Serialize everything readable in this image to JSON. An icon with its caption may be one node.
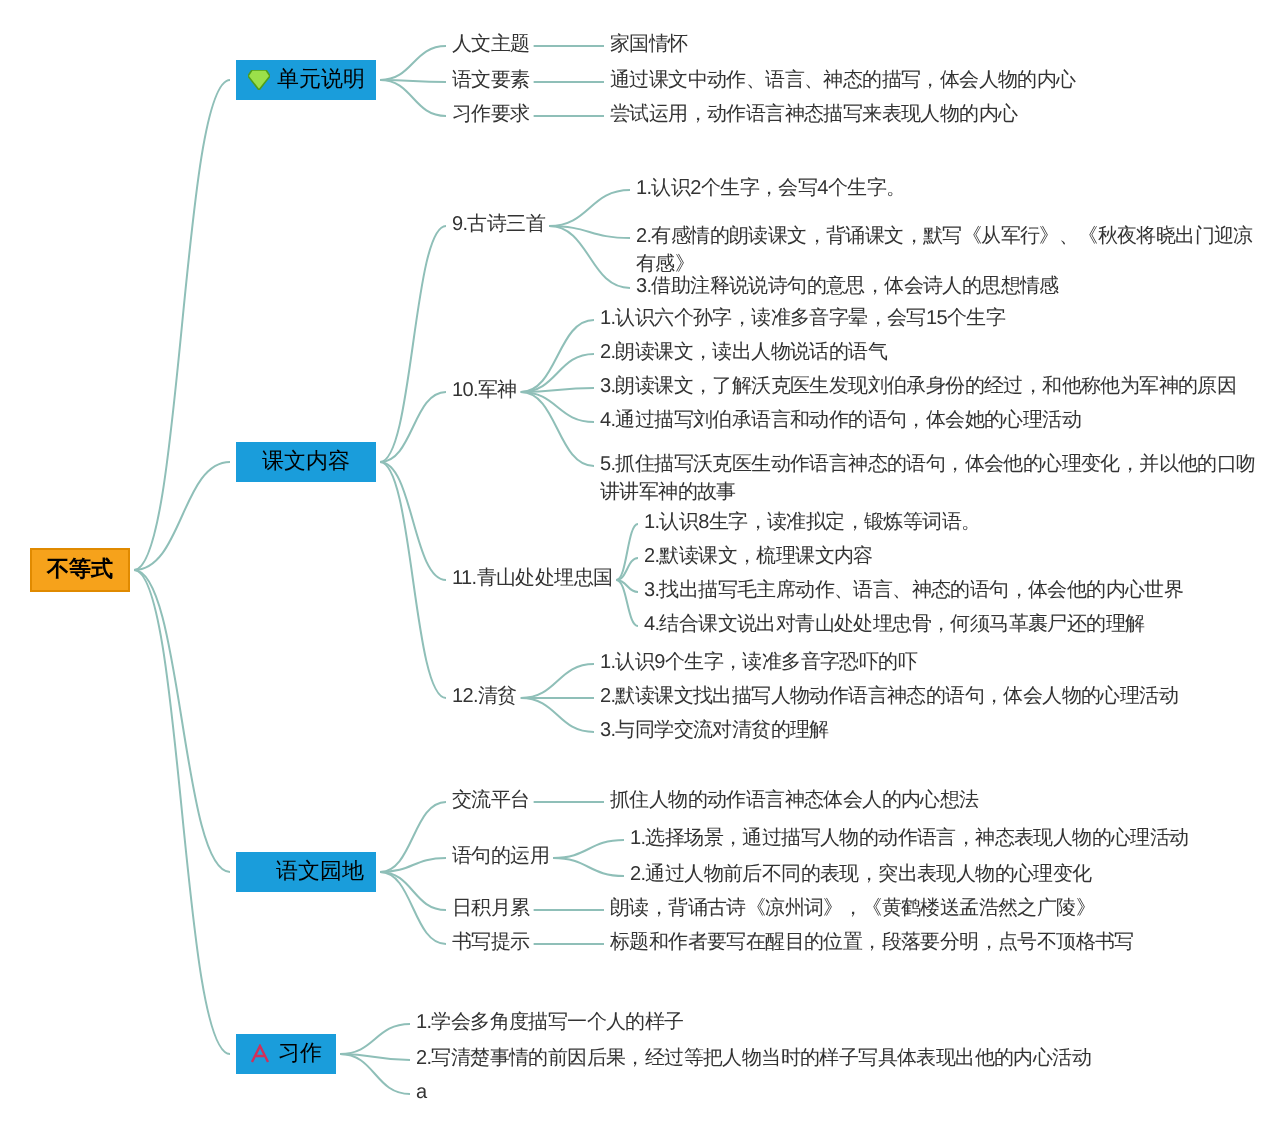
{
  "diagram": {
    "nodes": [
      {
        "text": [
          "不等式"
        ]
      },
      {
        "text": [
          "单元说明"
        ]
      },
      {
        "text": [
          "人文主题"
        ]
      },
      {
        "text": [
          "家国情怀"
        ]
      },
      {
        "text": [
          "语文要素"
        ]
      },
      {
        "text": [
          "通过课文中动作、语言、神态的描写，体会人物的内心"
        ]
      },
      {
        "text": [
          "习作要求"
        ]
      },
      {
        "text": [
          "尝试运用，动作语言神态描写来表现人物的内心"
        ]
      },
      {
        "text": [
          "课文内容"
        ]
      },
      {
        "text": [
          "9.古诗三首"
        ]
      },
      {
        "text": [
          "1.认识2个生字，会写4个生字。"
        ]
      },
      {
        "text": [
          "2.有感情的朗读课文，背诵课文，默写《从军行》、《秋夜将晓出门迎凉有感》"
        ]
      },
      {
        "text": [
          "3.借助注释说说诗句的意思，体会诗人的思想情感"
        ]
      },
      {
        "text": [
          "10.军神"
        ]
      },
      {
        "text": [
          "1.认识六个孙字，读准多音字晕，会写15个生字"
        ]
      },
      {
        "text": [
          "2.朗读课文，读出人物说话的语气"
        ]
      },
      {
        "text": [
          "3.朗读课文，了解沃克医生发现刘伯承身份的经过，和他称他为军神的原因"
        ]
      },
      {
        "text": [
          "4.通过描写刘伯承语言和动作的语句，体会她的心理活动"
        ]
      },
      {
        "text": [
          "5.抓住描写沃克医生动作语言神态的语句，体会他的心理变化，并以他的口吻讲讲军神的故事"
        ]
      },
      {
        "text": [
          "11.青山处处埋忠国"
        ]
      },
      {
        "text": [
          "1.认识8生字，读准拟定，锻炼等词语。"
        ]
      },
      {
        "text": [
          "2.默读课文，梳理课文内容"
        ]
      },
      {
        "text": [
          "3.找出描写毛主席动作、语言、神态的语句，体会他的内心世界"
        ]
      },
      {
        "text": [
          "4.结合课文说出对青山处处埋忠骨，何须马革裹尸还的理解"
        ]
      },
      {
        "text": [
          "12.清贫"
        ]
      },
      {
        "text": [
          "1.认识9个生字，读准多音字恐吓的吓"
        ]
      },
      {
        "text": [
          "2.默读课文找出描写人物动作语言神态的语句，体会人物的心理活动"
        ]
      },
      {
        "text": [
          "3.与同学交流对清贫的理解"
        ]
      },
      {
        "text": [
          "语文园地"
        ]
      },
      {
        "text": [
          "交流平台"
        ]
      },
      {
        "text": [
          "抓住人物的动作语言神态体会人的内心想法"
        ]
      },
      {
        "text": [
          "语句的运用"
        ]
      },
      {
        "text": [
          "1.选择场景，通过描写人物的动作语言，神态表现人物的心理活动"
        ]
      },
      {
        "text": [
          "2.通过人物前后不同的表现，突出表现人物的心理变化"
        ]
      },
      {
        "text": [
          "日积月累"
        ]
      },
      {
        "text": [
          "朗读，背诵古诗《凉州词》，《黄鹤楼送孟浩然之广陵》"
        ]
      },
      {
        "text": [
          "书写提示"
        ]
      },
      {
        "text": [
          "标题和作者要写在醒目的位置，段落要分明，点号不顶格书写"
        ]
      },
      {
        "text": [
          "习作"
        ]
      },
      {
        "text": [
          "1.学会多角度描写一个人的样子"
        ]
      },
      {
        "text": [
          "2.写清楚事情的前因后果，经过等把人物当时的样子写具体表现出他的内心活动"
        ]
      },
      {
        "text": [
          "a"
        ]
      }
    ],
    "edges": [
      {
        "from": 0,
        "to": 1,
        "arrow": "none"
      },
      {
        "from": 0,
        "to": 8,
        "arrow": "none"
      },
      {
        "from": 0,
        "to": 28,
        "arrow": "none"
      },
      {
        "from": 0,
        "to": 38,
        "arrow": "none"
      },
      {
        "from": 1,
        "to": 2,
        "arrow": "none"
      },
      {
        "from": 1,
        "to": 4,
        "arrow": "none"
      },
      {
        "from": 1,
        "to": 6,
        "arrow": "none"
      },
      {
        "from": 2,
        "to": 3,
        "arrow": "none"
      },
      {
        "from": 4,
        "to": 5,
        "arrow": "none"
      },
      {
        "from": 6,
        "to": 7,
        "arrow": "none"
      },
      {
        "from": 8,
        "to": 9,
        "arrow": "none"
      },
      {
        "from": 8,
        "to": 13,
        "arrow": "none"
      },
      {
        "from": 8,
        "to": 19,
        "arrow": "none"
      },
      {
        "from": 8,
        "to": 24,
        "arrow": "none"
      },
      {
        "from": 9,
        "to": 10,
        "arrow": "none"
      },
      {
        "from": 9,
        "to": 11,
        "arrow": "none"
      },
      {
        "from": 9,
        "to": 12,
        "arrow": "none"
      },
      {
        "from": 13,
        "to": 14,
        "arrow": "none"
      },
      {
        "from": 13,
        "to": 15,
        "arrow": "none"
      },
      {
        "from": 13,
        "to": 16,
        "arrow": "none"
      },
      {
        "from": 13,
        "to": 17,
        "arrow": "none"
      },
      {
        "from": 13,
        "to": 18,
        "arrow": "none"
      },
      {
        "from": 19,
        "to": 20,
        "arrow": "none"
      },
      {
        "from": 19,
        "to": 21,
        "arrow": "none"
      },
      {
        "from": 19,
        "to": 22,
        "arrow": "none"
      },
      {
        "from": 19,
        "to": 23,
        "arrow": "none"
      },
      {
        "from": 24,
        "to": 25,
        "arrow": "none"
      },
      {
        "from": 24,
        "to": 26,
        "arrow": "none"
      },
      {
        "from": 24,
        "to": 27,
        "arrow": "none"
      },
      {
        "from": 28,
        "to": 29,
        "arrow": "none"
      },
      {
        "from": 28,
        "to": 31,
        "arrow": "none"
      },
      {
        "from": 28,
        "to": 34,
        "arrow": "none"
      },
      {
        "from": 28,
        "to": 36,
        "arrow": "none"
      },
      {
        "from": 29,
        "to": 30,
        "arrow": "none"
      },
      {
        "from": 31,
        "to": 32,
        "arrow": "none"
      },
      {
        "from": 31,
        "to": 33,
        "arrow": "none"
      },
      {
        "from": 34,
        "to": 35,
        "arrow": "none"
      },
      {
        "from": 36,
        "to": 37,
        "arrow": "none"
      },
      {
        "from": 38,
        "to": 39,
        "arrow": "none"
      },
      {
        "from": 38,
        "to": 40,
        "arrow": "none"
      },
      {
        "from": 38,
        "to": 41,
        "arrow": "none"
      }
    ]
  }
}
